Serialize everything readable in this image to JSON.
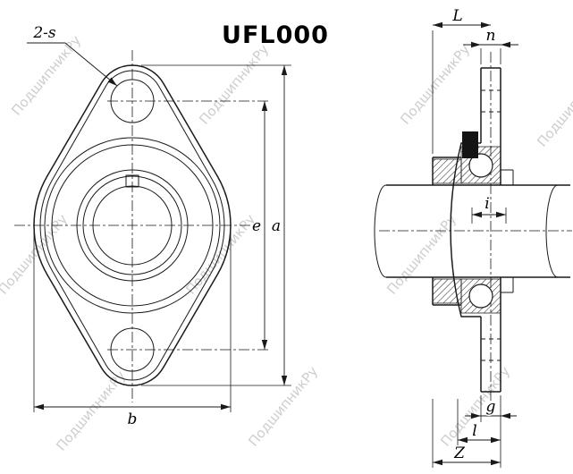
{
  "title": "UFL000",
  "watermark": {
    "text": "ПодшипникРу"
  },
  "front_view": {
    "bolt_hole_label": "2-s",
    "dims": {
      "e": "e",
      "a": "a",
      "b": "b"
    }
  },
  "side_view": {
    "dims": {
      "L": "L",
      "n": "n",
      "i": "i",
      "g": "g",
      "l": "l",
      "Z": "Z"
    }
  }
}
